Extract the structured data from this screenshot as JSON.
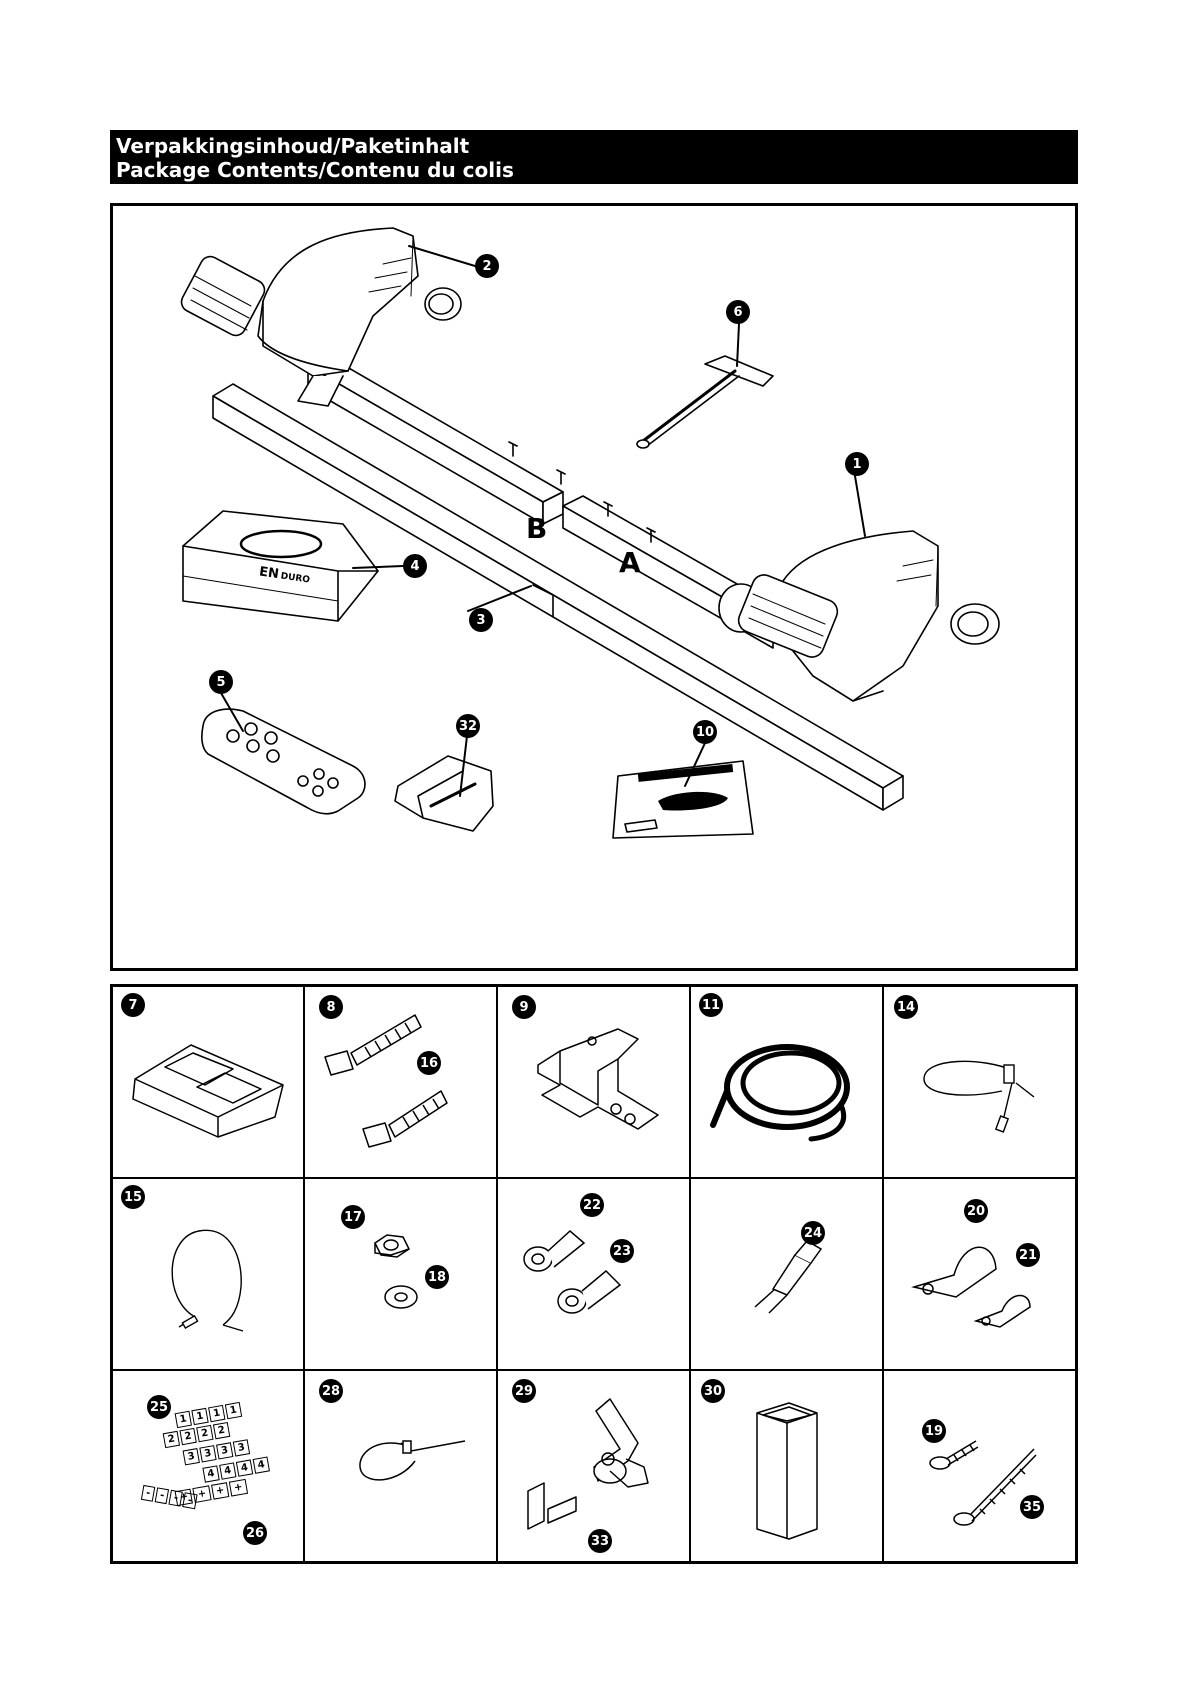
{
  "header": {
    "line1": "Verpakkingsinhoud/Paketinhalt",
    "line2": "Package Contents/Contenu du colis"
  },
  "main_callouts": [
    {
      "label": "1"
    },
    {
      "label": "2"
    },
    {
      "label": "3"
    },
    {
      "label": "4"
    },
    {
      "label": "5"
    },
    {
      "label": "6"
    },
    {
      "label": "10"
    },
    {
      "label": "32"
    }
  ],
  "rail_letters": {
    "a": "A",
    "b": "B"
  },
  "brand": {
    "en": "EN",
    "duro": "DURO"
  },
  "grid_cells": [
    {
      "labels": [
        "7"
      ]
    },
    {
      "labels": [
        "8",
        "16"
      ]
    },
    {
      "labels": [
        "9"
      ]
    },
    {
      "labels": [
        "11"
      ]
    },
    {
      "labels": [
        "14"
      ]
    },
    {
      "labels": [
        "15"
      ]
    },
    {
      "labels": [
        "17",
        "18"
      ]
    },
    {
      "labels": [
        "22",
        "23"
      ]
    },
    {
      "labels": [
        "24"
      ]
    },
    {
      "labels": [
        "20",
        "21"
      ]
    },
    {
      "labels": [
        "25",
        "26"
      ]
    },
    {
      "labels": [
        "28"
      ]
    },
    {
      "labels": [
        "29",
        "33"
      ]
    },
    {
      "labels": [
        "30"
      ]
    },
    {
      "labels": [
        "19",
        "35"
      ]
    }
  ],
  "cable_markers": {
    "row1": [
      "1",
      "1",
      "1",
      "1"
    ],
    "row2": [
      "2",
      "2",
      "2",
      "2"
    ],
    "row3": [
      "3",
      "3",
      "3",
      "3"
    ],
    "row4": [
      "4",
      "4",
      "4",
      "4"
    ],
    "plus": [
      "+",
      "+",
      "+",
      "+"
    ],
    "minus": [
      "-",
      "-",
      "-",
      "-"
    ]
  }
}
